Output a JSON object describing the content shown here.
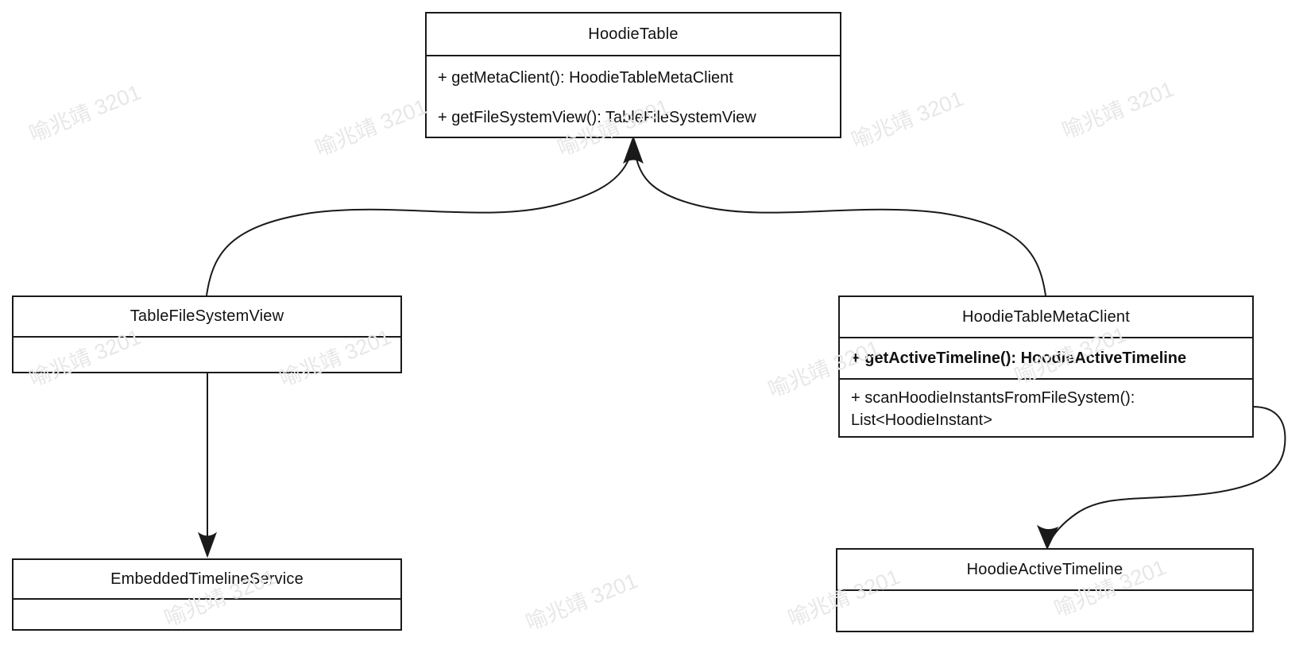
{
  "diagram_type": "uml-class-diagram",
  "colors": {
    "line": "#1a1a1a",
    "box_fill": "#ffffff",
    "text": "#111111",
    "watermark": "#e7e7e7"
  },
  "classes": {
    "hoodie_table": {
      "name": "HoodieTable",
      "method_1": "+ getMetaClient(): HoodieTableMetaClient",
      "method_2": "+ getFileSystemView(): TableFileSystemView"
    },
    "table_file_system_view": {
      "name": "TableFileSystemView"
    },
    "hoodie_table_meta_client": {
      "name": "HoodieTableMetaClient",
      "method_1": "+ getActiveTimeline(): HoodieActiveTimeline",
      "method_2": "+ scanHoodieInstantsFromFileSystem(): List<HoodieInstant>"
    },
    "embedded_timeline_service": {
      "name": "EmbeddedTimelineService"
    },
    "hoodie_active_timeline": {
      "name": "HoodieActiveTimeline"
    }
  },
  "relations": [
    {
      "from": "TableFileSystemView",
      "to": "HoodieTable",
      "style": "curved-arrow-up"
    },
    {
      "from": "HoodieTableMetaClient",
      "to": "HoodieTable",
      "style": "curved-arrow-up"
    },
    {
      "from": "TableFileSystemView",
      "to": "EmbeddedTimelineService",
      "style": "straight-arrow-down"
    },
    {
      "from": "HoodieTableMetaClient",
      "to": "HoodieActiveTimeline",
      "style": "s-curve-arrow-down"
    }
  ],
  "watermark": {
    "text": "喻兆靖 3201"
  }
}
